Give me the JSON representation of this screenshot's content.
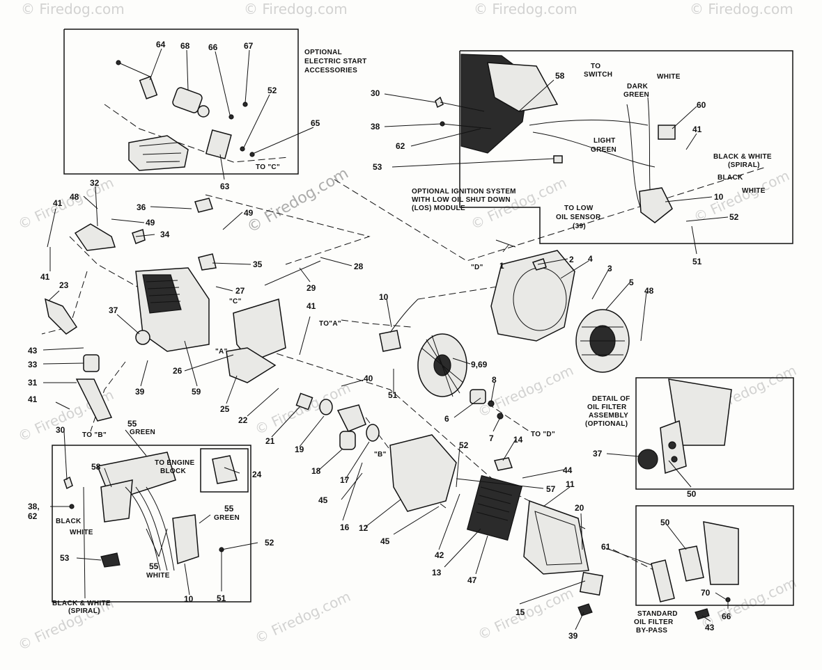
{
  "watermark": {
    "text": "© Firedog.com"
  },
  "boxes": {
    "electric_start": {
      "title": [
        "OPTIONAL",
        "ELECTRIC START",
        "ACCESSORIES"
      ],
      "refs": [
        "TO \"C\""
      ]
    },
    "ignition": {
      "title": [
        "OPTIONAL IGNITION SYSTEM",
        "WITH LOW OIL SHUT DOWN",
        "(LOS) MODULE"
      ],
      "wires": [
        "TO",
        "SWITCH",
        "DARK",
        "GREEN",
        "WHITE",
        "LIGHT",
        "GREEN",
        "BLACK & WHITE",
        "(SPIRAL)",
        "BLACK",
        "WHITE",
        "TO LOW",
        "OIL SENSOR",
        "(39)"
      ]
    },
    "lower_left": {
      "labels": [
        "GREEN",
        "TO ENGINE",
        "BLOCK",
        "GREEN",
        "BLACK",
        "WHITE",
        "WHITE",
        "BLACK & WHITE",
        "(SPIRAL)"
      ]
    },
    "oil_filter_detail": {
      "title": [
        "DETAIL OF",
        "OIL FILTER",
        "ASSEMBLY",
        "(OPTIONAL)"
      ]
    },
    "bypass": {
      "title": [
        "STANDARD",
        "OIL FILTER",
        "BY-PASS"
      ]
    }
  },
  "refs": [
    "\"D\"",
    "\"C\"",
    "\"A\"",
    "TO\"A\"",
    "\"B\"",
    "TO \"D\"",
    "TO \"B\""
  ],
  "callouts": [
    {
      "id": "c64",
      "text": "64"
    },
    {
      "id": "c68",
      "text": "68"
    },
    {
      "id": "c66a",
      "text": "66"
    },
    {
      "id": "c67",
      "text": "67"
    },
    {
      "id": "c52a",
      "text": "52"
    },
    {
      "id": "c65",
      "text": "65"
    },
    {
      "id": "c63",
      "text": "63"
    },
    {
      "id": "c30a",
      "text": "30"
    },
    {
      "id": "c58a",
      "text": "58"
    },
    {
      "id": "c38a",
      "text": "38"
    },
    {
      "id": "c62a",
      "text": "62"
    },
    {
      "id": "c53a",
      "text": "53"
    },
    {
      "id": "c60",
      "text": "60"
    },
    {
      "id": "c41a",
      "text": "41"
    },
    {
      "id": "c10a",
      "text": "10"
    },
    {
      "id": "c52b",
      "text": "52"
    },
    {
      "id": "c51a",
      "text": "51"
    },
    {
      "id": "c32",
      "text": "32"
    },
    {
      "id": "c48a",
      "text": "48"
    },
    {
      "id": "c41b",
      "text": "41"
    },
    {
      "id": "c36",
      "text": "36"
    },
    {
      "id": "c49a",
      "text": "49"
    },
    {
      "id": "c49b",
      "text": "49"
    },
    {
      "id": "c34",
      "text": "34"
    },
    {
      "id": "c35",
      "text": "35"
    },
    {
      "id": "c41c",
      "text": "41"
    },
    {
      "id": "c28",
      "text": "28"
    },
    {
      "id": "c29",
      "text": "29"
    },
    {
      "id": "c27",
      "text": "27"
    },
    {
      "id": "c23",
      "text": "23"
    },
    {
      "id": "c37a",
      "text": "37"
    },
    {
      "id": "c41d",
      "text": "41"
    },
    {
      "id": "c43a",
      "text": "43"
    },
    {
      "id": "c33",
      "text": "33"
    },
    {
      "id": "c26",
      "text": "26"
    },
    {
      "id": "c59",
      "text": "59"
    },
    {
      "id": "c31",
      "text": "31"
    },
    {
      "id": "c39a",
      "text": "39"
    },
    {
      "id": "c25",
      "text": "25"
    },
    {
      "id": "c22",
      "text": "22"
    },
    {
      "id": "c41e",
      "text": "41"
    },
    {
      "id": "c10b",
      "text": "10"
    },
    {
      "id": "c40",
      "text": "40"
    },
    {
      "id": "c51b",
      "text": "51"
    },
    {
      "id": "c21",
      "text": "21"
    },
    {
      "id": "c19",
      "text": "19"
    },
    {
      "id": "c18",
      "text": "18"
    },
    {
      "id": "c17",
      "text": "17"
    },
    {
      "id": "c1",
      "text": "1"
    },
    {
      "id": "c2",
      "text": "2"
    },
    {
      "id": "c4",
      "text": "4"
    },
    {
      "id": "c3",
      "text": "3"
    },
    {
      "id": "c5",
      "text": "5"
    },
    {
      "id": "c48b",
      "text": "48"
    },
    {
      "id": "c969",
      "text": "9,69"
    },
    {
      "id": "c8",
      "text": "8"
    },
    {
      "id": "c6",
      "text": "6"
    },
    {
      "id": "c7",
      "text": "7"
    },
    {
      "id": "c14",
      "text": "14"
    },
    {
      "id": "c44",
      "text": "44"
    },
    {
      "id": "c57",
      "text": "57"
    },
    {
      "id": "c52c",
      "text": "52"
    },
    {
      "id": "c45a",
      "text": "45"
    },
    {
      "id": "c16",
      "text": "16"
    },
    {
      "id": "c12",
      "text": "12"
    },
    {
      "id": "c45b",
      "text": "45"
    },
    {
      "id": "c42",
      "text": "42"
    },
    {
      "id": "c13",
      "text": "13"
    },
    {
      "id": "c47",
      "text": "47"
    },
    {
      "id": "c11",
      "text": "11"
    },
    {
      "id": "c20",
      "text": "20"
    },
    {
      "id": "c15",
      "text": "15"
    },
    {
      "id": "c39b",
      "text": "39"
    },
    {
      "id": "c37b",
      "text": "37"
    },
    {
      "id": "c50a",
      "text": "50"
    },
    {
      "id": "c50b",
      "text": "50"
    },
    {
      "id": "c61",
      "text": "61"
    },
    {
      "id": "c70",
      "text": "70"
    },
    {
      "id": "c66b",
      "text": "66"
    },
    {
      "id": "c43b",
      "text": "43"
    },
    {
      "id": "c30b",
      "text": "30"
    },
    {
      "id": "c55a",
      "text": "55"
    },
    {
      "id": "c58b",
      "text": "58"
    },
    {
      "id": "c24",
      "text": "24"
    },
    {
      "id": "c3862",
      "text": "38,"
    },
    {
      "id": "c62b",
      "text": "62"
    },
    {
      "id": "c55b",
      "text": "55"
    },
    {
      "id": "c52d",
      "text": "52"
    },
    {
      "id": "c53b",
      "text": "53"
    },
    {
      "id": "c55c",
      "text": "55"
    },
    {
      "id": "c10c",
      "text": "10"
    },
    {
      "id": "c51c",
      "text": "51"
    }
  ]
}
